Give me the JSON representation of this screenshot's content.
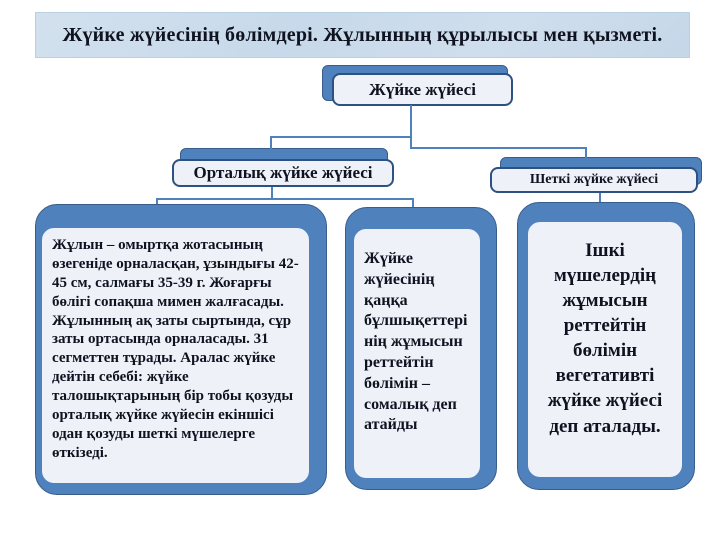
{
  "slide": {
    "title": "Жүйке жүйесінің бөлімдері. Жұлынның құрылысы мен қызметі.",
    "colors": {
      "accent": "#4f81bd",
      "accent_dark": "#385d8a",
      "box_fill": "#eef2f8",
      "header_fill": "#ccdcec",
      "text": "#0f1320"
    }
  },
  "diagram": {
    "root": {
      "label": "Жүйке жүйесі"
    },
    "branches": [
      {
        "id": "central",
        "label": "Орталық жүйке жүйесі"
      },
      {
        "id": "peripheral",
        "label": "Шеткі жүйке жүйесі"
      }
    ],
    "detail_boxes": [
      {
        "id": "spinal-cord",
        "text": "Жұлын – омыртқа жотасының өзегеніде орналасқан, ұзындығы 42-45 см, салмағы 35-39 г. Жоғарғы бөлігі сопақша мимен жалғасады. Жұлынның ақ заты сыртында, сұр заты ортасында орналасады.  31 сегметтен тұрады.  Аралас жүйке дейтін себебі: жүйке талошықтарының  бір тобы қозуды орталық жүйке жүйесін екіншісі одан қозуды шеткі мүшелерге өткізеді."
      },
      {
        "id": "somatic",
        "text": "Жүйке жүйесінің қаңқа бұлшықеттерінің жұмысын реттейтін бөлімін – сомалық деп атайды"
      },
      {
        "id": "vegetative",
        "text": "Ішкі мүшелердің жұмысын реттейтін бөлімін вегетативті жүйке жүйесі деп аталады."
      }
    ]
  }
}
